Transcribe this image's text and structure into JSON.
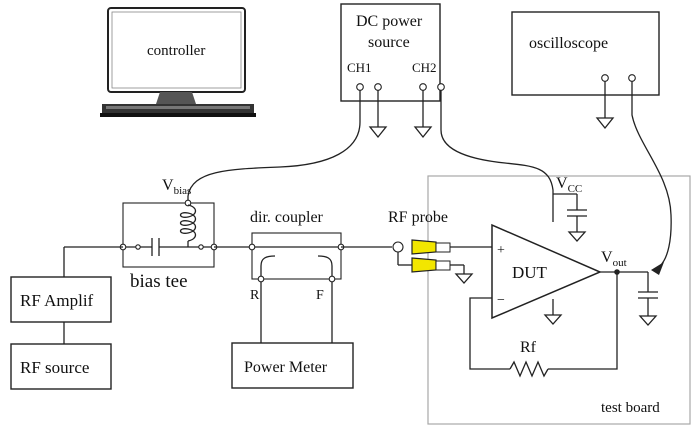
{
  "labels": {
    "controller": "controller",
    "dc_power_line1": "DC power",
    "dc_power_line2": "source",
    "ch1": "CH1",
    "ch2": "CH2",
    "oscilloscope": "oscilloscope",
    "vbias_main": "V",
    "vbias_sub": "bias",
    "bias_tee": "bias tee",
    "dir_coupler": "dir. coupler",
    "rf_probe": "RF probe",
    "vcc_main": "V",
    "vcc_sub": "CC",
    "vout_main": "V",
    "vout_sub": "out",
    "dut": "DUT",
    "plus": "+",
    "minus": "−",
    "rf_amplif": "RF Amplif",
    "rf_source": "RF source",
    "r": "R",
    "f": "F",
    "power_meter": "Power Meter",
    "rf": "Rf",
    "test_board": "test board"
  },
  "colors": {
    "probe": "#f2e600",
    "test_board_border": "#a8a8a8",
    "line": "#222222"
  }
}
